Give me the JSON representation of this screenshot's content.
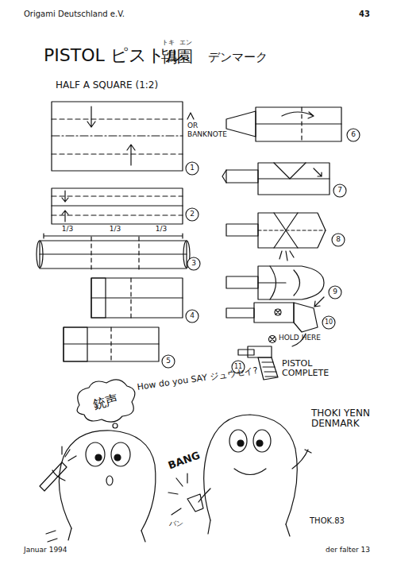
{
  "diagram": {
    "title": "PISTOL ピストル",
    "labels": [
      "Origami Deutschland e.V.",
      "43",
      "鴇園",
      "トキ",
      "エン",
      "デンマーク",
      "HALF A SQUARE (1:2)",
      "OR",
      "BANKNOTE",
      "1",
      "2",
      "3",
      "4",
      "5",
      "6",
      "7",
      "8",
      "9",
      "10",
      "11",
      "1/3",
      "1/3",
      "1/3",
      "HOLD HERE",
      "PISTOL COMPLETE",
      "How do you SAY ジュウセイ?",
      "銃声",
      "BANG",
      "バン",
      "THOKI YENN DENMARK",
      "THOK.83",
      "Januar 1994",
      "der falter 13"
    ]
  }
}
